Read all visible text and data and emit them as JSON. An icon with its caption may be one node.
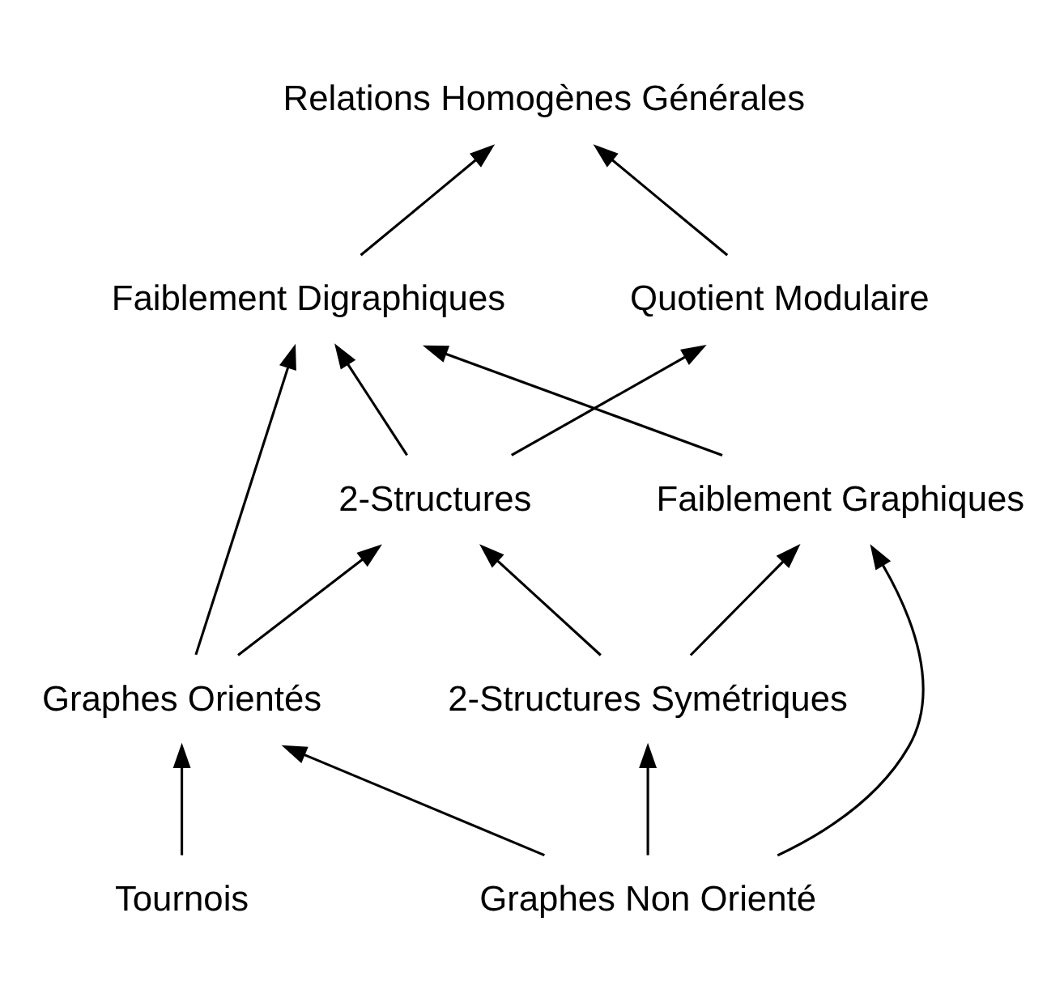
{
  "diagram": {
    "nodes": [
      {
        "text": [
          "Relations Homogènes Générales"
        ]
      },
      {
        "text": [
          "Faiblement Digraphiques"
        ]
      },
      {
        "text": [
          "Quotient Modulaire"
        ]
      },
      {
        "text": [
          "Faiblement Graphiques"
        ]
      },
      {
        "text": [
          "2-Structures"
        ]
      },
      {
        "text": [
          "2-Structures Symétriques"
        ]
      },
      {
        "text": [
          "Graphes Orientés"
        ]
      },
      {
        "text": [
          "Graphes Non Orienté"
        ]
      },
      {
        "text": [
          "Tournois"
        ]
      }
    ],
    "edges": [
      {
        "from": 1,
        "to": 0,
        "arrow": "to"
      },
      {
        "from": 2,
        "to": 0,
        "arrow": "to"
      },
      {
        "from": 4,
        "to": 1,
        "arrow": "to"
      },
      {
        "from": 4,
        "to": 2,
        "arrow": "to"
      },
      {
        "from": 3,
        "to": 1,
        "arrow": "to"
      },
      {
        "from": 6,
        "to": 1,
        "arrow": "to"
      },
      {
        "from": 5,
        "to": 3,
        "arrow": "to"
      },
      {
        "from": 5,
        "to": 4,
        "arrow": "to"
      },
      {
        "from": 6,
        "to": 4,
        "arrow": "to"
      },
      {
        "from": 7,
        "to": 5,
        "arrow": "to"
      },
      {
        "from": 7,
        "to": 6,
        "arrow": "to"
      },
      {
        "from": 7,
        "to": 3,
        "arrow": "to"
      },
      {
        "from": 8,
        "to": 6,
        "arrow": "to"
      }
    ]
  }
}
